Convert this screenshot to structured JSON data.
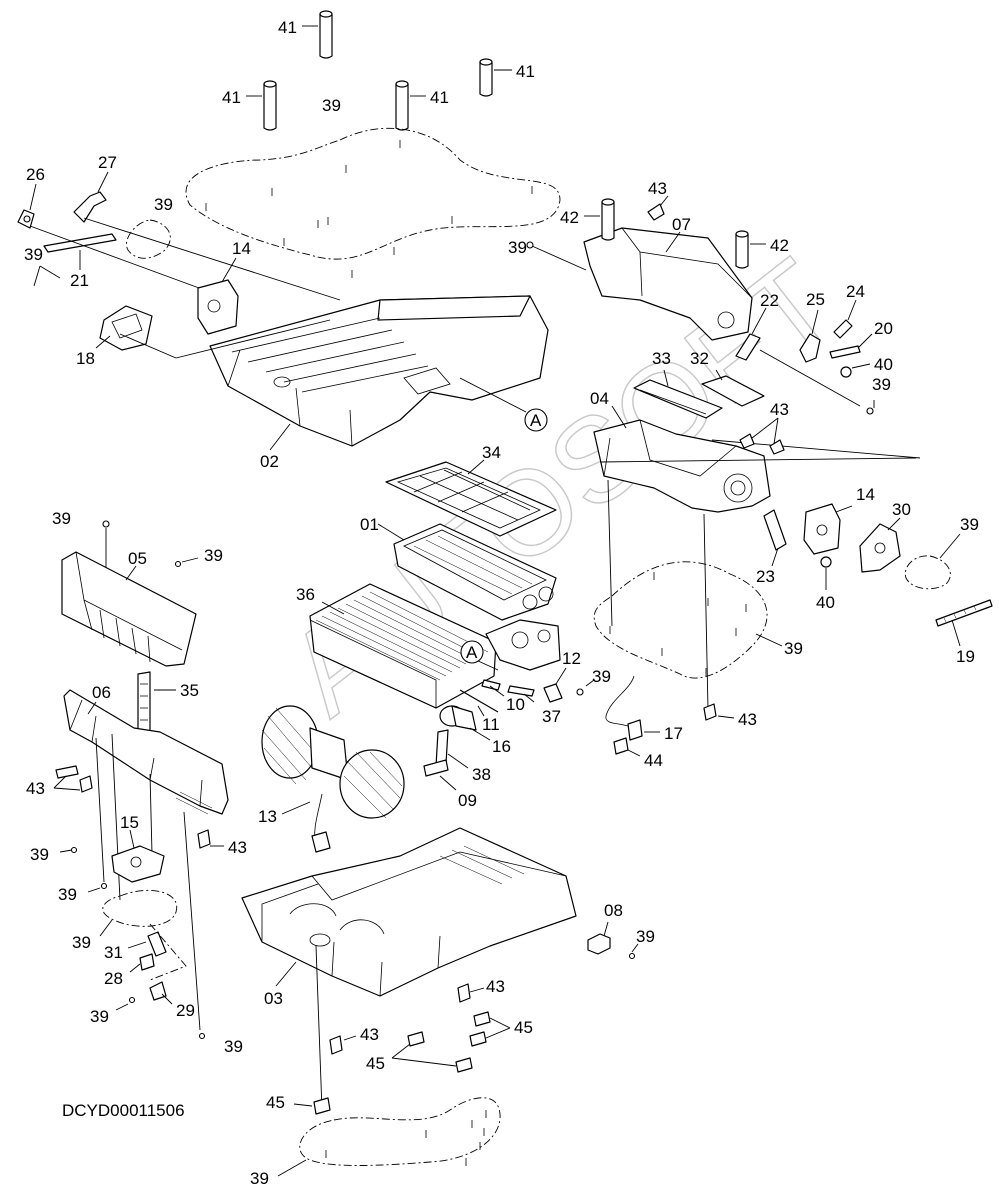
{
  "drawing_code": "DCYD00011506",
  "watermark": "AUTOSOFT",
  "ref_marker": "A",
  "labels": [
    {
      "id": "41-top",
      "text": "41"
    },
    {
      "id": "41-left",
      "text": "41"
    },
    {
      "id": "41-mid",
      "text": "41"
    },
    {
      "id": "41-right",
      "text": "41"
    },
    {
      "id": "39-upper-group",
      "text": "39"
    },
    {
      "id": "26",
      "text": "26"
    },
    {
      "id": "27",
      "text": "27"
    },
    {
      "id": "39-near-27",
      "text": "39"
    },
    {
      "id": "39-near-21",
      "text": "39"
    },
    {
      "id": "21",
      "text": "21"
    },
    {
      "id": "14-upper",
      "text": "14"
    },
    {
      "id": "18",
      "text": "18"
    },
    {
      "id": "02",
      "text": "02"
    },
    {
      "id": "43-top-right",
      "text": "43"
    },
    {
      "id": "42-left",
      "text": "42"
    },
    {
      "id": "07",
      "text": "07"
    },
    {
      "id": "42-right",
      "text": "42"
    },
    {
      "id": "39-near-07",
      "text": "39"
    },
    {
      "id": "22",
      "text": "22"
    },
    {
      "id": "25",
      "text": "25"
    },
    {
      "id": "24",
      "text": "24"
    },
    {
      "id": "20",
      "text": "20"
    },
    {
      "id": "40-upper",
      "text": "40"
    },
    {
      "id": "39-near-40",
      "text": "39"
    },
    {
      "id": "33",
      "text": "33"
    },
    {
      "id": "32",
      "text": "32"
    },
    {
      "id": "04",
      "text": "04"
    },
    {
      "id": "43-near-04",
      "text": "43"
    },
    {
      "id": "34",
      "text": "34"
    },
    {
      "id": "14-lower",
      "text": "14"
    },
    {
      "id": "30",
      "text": "30"
    },
    {
      "id": "39-right-group",
      "text": "39"
    },
    {
      "id": "23",
      "text": "23"
    },
    {
      "id": "40-lower",
      "text": "40"
    },
    {
      "id": "19",
      "text": "19"
    },
    {
      "id": "39-right-dashed",
      "text": "39"
    },
    {
      "id": "01",
      "text": "01"
    },
    {
      "id": "36",
      "text": "36"
    },
    {
      "id": "39-top-left",
      "text": "39"
    },
    {
      "id": "05",
      "text": "05"
    },
    {
      "id": "39-near-05",
      "text": "39"
    },
    {
      "id": "35",
      "text": "35"
    },
    {
      "id": "06",
      "text": "06"
    },
    {
      "id": "12",
      "text": "12"
    },
    {
      "id": "39-near-12",
      "text": "39"
    },
    {
      "id": "10",
      "text": "10"
    },
    {
      "id": "37",
      "text": "37"
    },
    {
      "id": "11",
      "text": "11"
    },
    {
      "id": "16",
      "text": "16"
    },
    {
      "id": "17",
      "text": "17"
    },
    {
      "id": "43-near-17",
      "text": "43"
    },
    {
      "id": "44",
      "text": "44"
    },
    {
      "id": "38",
      "text": "38"
    },
    {
      "id": "09",
      "text": "09"
    },
    {
      "id": "43-left",
      "text": "43"
    },
    {
      "id": "13",
      "text": "13"
    },
    {
      "id": "15",
      "text": "15"
    },
    {
      "id": "43-near-15",
      "text": "43"
    },
    {
      "id": "39-left-a",
      "text": "39"
    },
    {
      "id": "39-left-b",
      "text": "39"
    },
    {
      "id": "39-left-c",
      "text": "39"
    },
    {
      "id": "31",
      "text": "31"
    },
    {
      "id": "28",
      "text": "28"
    },
    {
      "id": "29",
      "text": "29"
    },
    {
      "id": "39-left-d",
      "text": "39"
    },
    {
      "id": "39-left-e",
      "text": "39"
    },
    {
      "id": "03",
      "text": "03"
    },
    {
      "id": "08",
      "text": "08"
    },
    {
      "id": "39-near-08",
      "text": "39"
    },
    {
      "id": "43-bottom-a",
      "text": "43"
    },
    {
      "id": "45-bottom-a",
      "text": "45"
    },
    {
      "id": "43-bottom-b",
      "text": "43"
    },
    {
      "id": "45-bottom-b",
      "text": "45"
    },
    {
      "id": "45-bottom-c",
      "text": "45"
    },
    {
      "id": "39-bottom",
      "text": "39"
    }
  ]
}
